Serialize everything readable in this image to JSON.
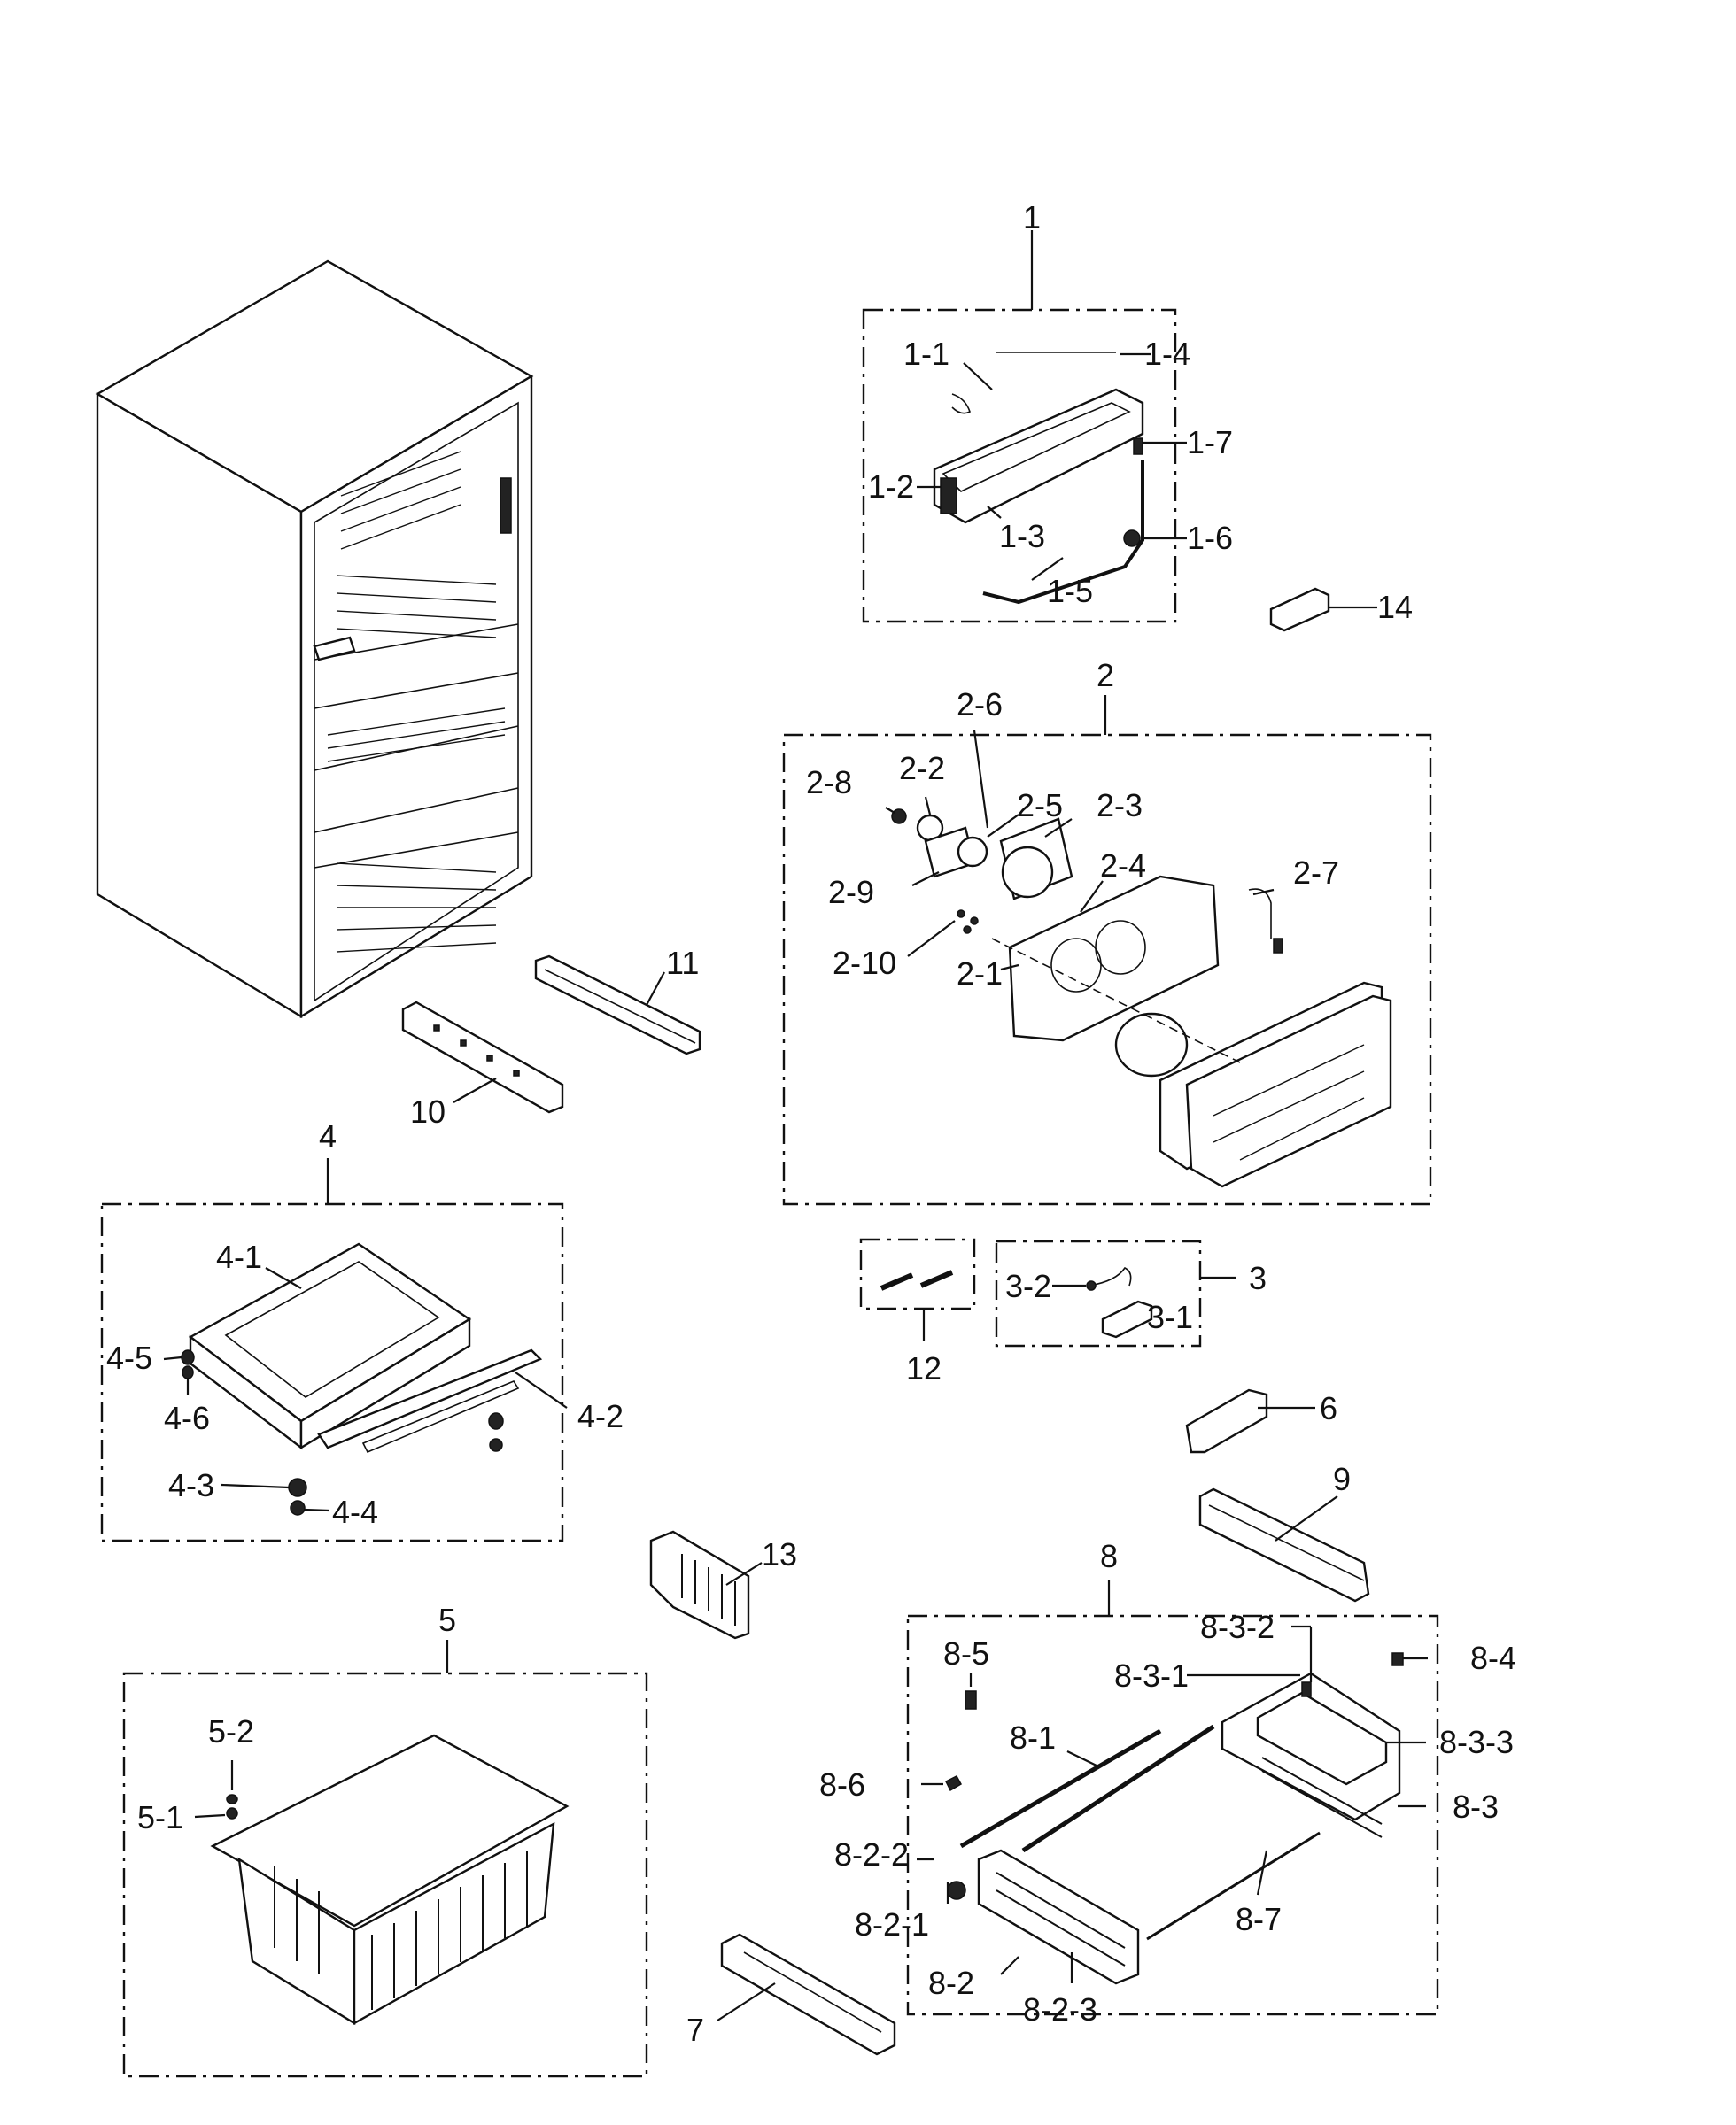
{
  "groups": {
    "g1": {
      "label": "1",
      "parts": [
        "1-1",
        "1-2",
        "1-3",
        "1-4",
        "1-5",
        "1-6",
        "1-7"
      ]
    },
    "g2": {
      "label": "2",
      "parts": [
        "2-1",
        "2-2",
        "2-3",
        "2-4",
        "2-5",
        "2-6",
        "2-7",
        "2-8",
        "2-9",
        "2-10"
      ]
    },
    "g3": {
      "label": "3",
      "parts": [
        "3-1",
        "3-2"
      ]
    },
    "g4": {
      "label": "4",
      "parts": [
        "4-1",
        "4-2",
        "4-3",
        "4-4",
        "4-5",
        "4-6"
      ]
    },
    "g5": {
      "label": "5",
      "parts": [
        "5-1",
        "5-2"
      ]
    },
    "g8": {
      "label": "8",
      "parts": [
        "8-1",
        "8-2",
        "8-2-1",
        "8-2-2",
        "8-2-3",
        "8-3",
        "8-3-1",
        "8-3-2",
        "8-3-3",
        "8-4",
        "8-5",
        "8-6",
        "8-7"
      ]
    }
  },
  "singles": {
    "p6": "6",
    "p7": "7",
    "p9": "9",
    "p10": "10",
    "p11": "11",
    "p12": "12",
    "p13": "13",
    "p14": "14"
  }
}
